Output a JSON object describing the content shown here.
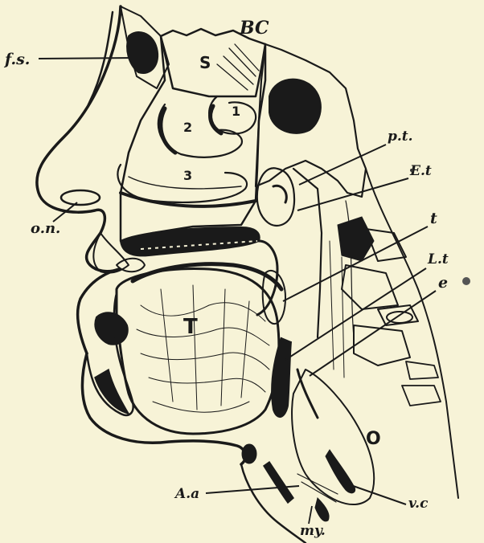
{
  "figure": {
    "background": "#f7f3d7",
    "ink": "#1a1a1a",
    "labels": {
      "bc": "BC",
      "fs": "f.s.",
      "s": "S",
      "turbinate_1": "1",
      "turbinate_2": "2",
      "turbinate_3": "3",
      "pt": "p.t.",
      "et": "E.t",
      "t": "t",
      "on": "o.n.",
      "lt": "L.t",
      "e": "e",
      "tongue": "T",
      "o": "O",
      "aa": "A.a",
      "vc": "v.c",
      "my": "my."
    }
  }
}
